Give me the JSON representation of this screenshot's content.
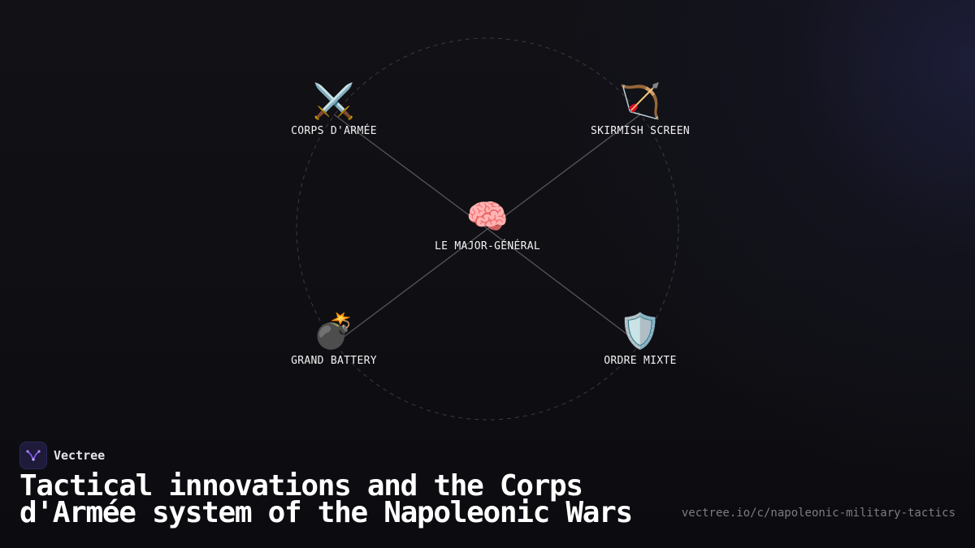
{
  "diagram": {
    "center": {
      "label": "LE MAJOR-GÉNÉRAL",
      "icon": "brain-icon",
      "glyph": "🧠"
    },
    "nodes": [
      {
        "label": "CORPS D'ARMÉE",
        "icon": "crossed-swords-icon",
        "glyph": "⚔️"
      },
      {
        "label": "SKIRMISH SCREEN",
        "icon": "bow-and-arrow-icon",
        "glyph": "🏹"
      },
      {
        "label": "GRAND BATTERY",
        "icon": "bomb-icon",
        "glyph": "💣"
      },
      {
        "label": "ORDRE MIXTE",
        "icon": "shield-icon",
        "glyph": "🛡️"
      }
    ]
  },
  "brand": {
    "name": "Vectree",
    "icon": "vectree-logo-icon"
  },
  "title": "Tactical innovations and the Corps d'Armée system of the Napoleonic Wars",
  "url": "vectree.io/c/napoleonic-military-tactics",
  "colors": {
    "background": "#0e0e12",
    "connector": "#55555c",
    "orbit": "#3a3a40",
    "label_text": "#f2f2f2",
    "brand_accent": "#8b5cf6"
  }
}
